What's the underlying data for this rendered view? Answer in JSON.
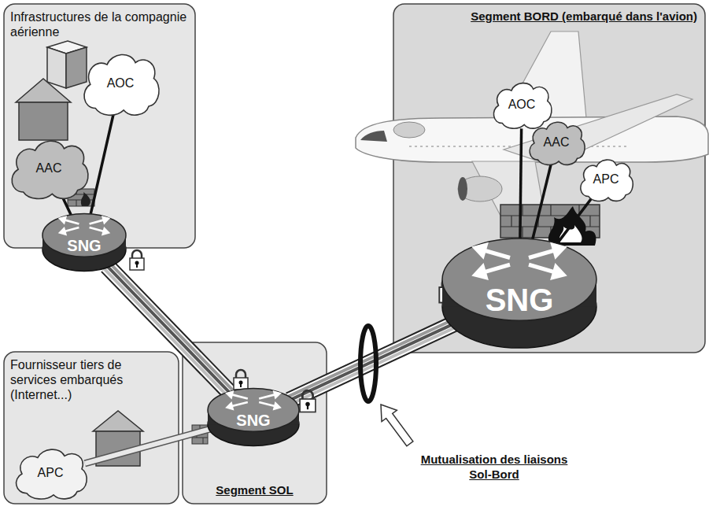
{
  "diagram": {
    "nodes": [
      {
        "text": [
          "Infrastructures de la compagnie aérienne"
        ]
      },
      {
        "text": [
          "AOC"
        ],
        "in": 0
      },
      {
        "text": [
          "AAC"
        ],
        "in": 0
      },
      {
        "text": [
          "SNG"
        ],
        "in": 0
      },
      {
        "text": [
          "Fournisseur tiers de services embarqués (Internet...)"
        ]
      },
      {
        "text": [
          "APC"
        ],
        "in": 4
      },
      {
        "text": [
          "Segment SOL"
        ]
      },
      {
        "text": [
          "SNG"
        ],
        "in": 6
      },
      {
        "text": [
          "Segment BORD (embarqué dans l'avion)"
        ]
      },
      {
        "text": [
          "AOC"
        ],
        "in": 8
      },
      {
        "text": [
          "AAC"
        ],
        "in": 8
      },
      {
        "text": [
          "APC"
        ],
        "in": 8
      },
      {
        "text": [
          "SNG"
        ],
        "in": 8
      }
    ],
    "edges": [
      {
        "from": 1,
        "to": 3,
        "arrow": "none"
      },
      {
        "from": 2,
        "to": 3,
        "arrow": "none"
      },
      {
        "from": 3,
        "to": 7,
        "arrow": "none"
      },
      {
        "from": 5,
        "to": 7,
        "arrow": "none"
      },
      {
        "from": 7,
        "to": 12,
        "arrow": "none"
      },
      {
        "from": 9,
        "to": 12,
        "arrow": "none"
      },
      {
        "from": 10,
        "to": 12,
        "arrow": "none"
      },
      {
        "from": 11,
        "to": 12,
        "arrow": "none"
      }
    ],
    "labels": [
      "Mutualisation des liaisons Sol-Bord"
    ]
  }
}
